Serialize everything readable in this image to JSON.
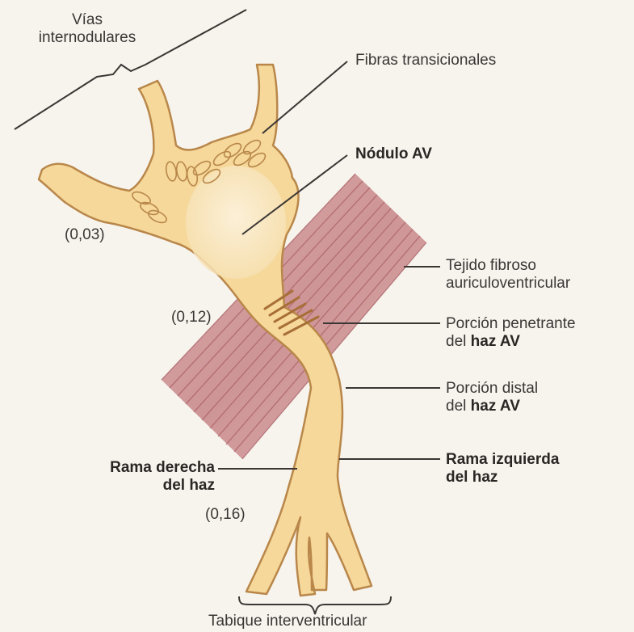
{
  "colors": {
    "background": "#f7f4ee",
    "conduction_tissue": "#f5d89a",
    "conduction_outline": "#b9874a",
    "node_fill": "#fbeed6",
    "fibrous_tissue": "#c98a8c",
    "leader_line": "#3a3634"
  },
  "labels": {
    "vias_line1": "Vías",
    "vias_line2": "internodulares",
    "fibras_transicionales": "Fibras transicionales",
    "nodulo_av": "Nódulo AV",
    "tejido_line1": "Tejido fibroso",
    "tejido_line2": "auriculoventricular",
    "penetrante_line1": "Porción penetrante",
    "penetrante_line2_prefix": "del ",
    "penetrante_line2_bold": "haz AV",
    "distal_line1": "Porción distal",
    "distal_line2_prefix": "del ",
    "distal_line2_bold": "haz AV",
    "izquierda_line1": "Rama izquierda",
    "izquierda_line2": "del haz",
    "derecha_line1": "Rama derecha",
    "derecha_line2": "del haz",
    "tabique": "Tabique interventricular",
    "t_003": "(0,03)",
    "t_012": "(0,12)",
    "t_016": "(0,16)"
  }
}
